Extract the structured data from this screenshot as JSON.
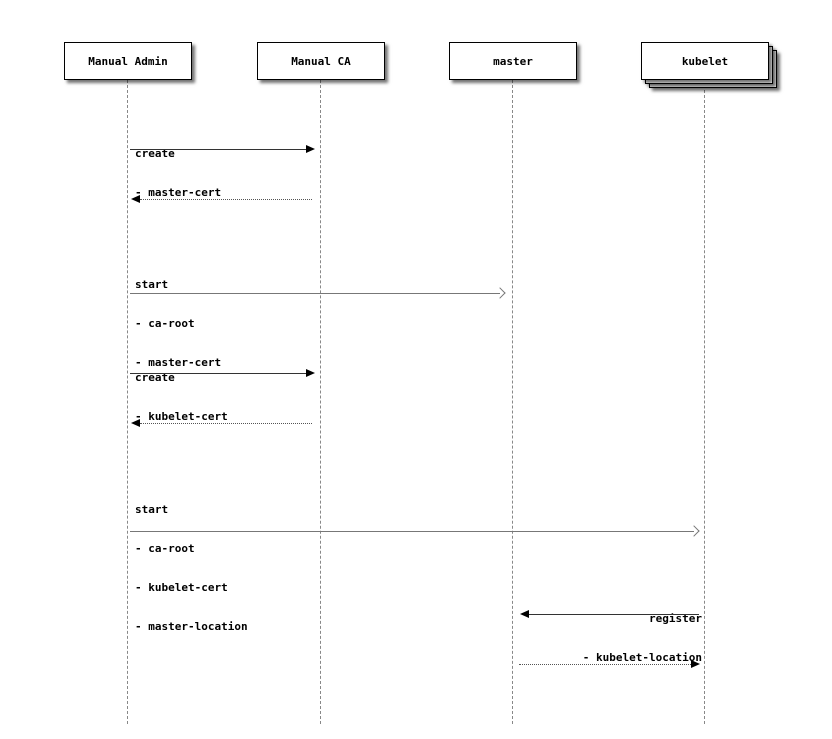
{
  "diagram": {
    "actors": [
      {
        "label": "Manual Admin",
        "multiple": false
      },
      {
        "label": "Manual CA",
        "multiple": false
      },
      {
        "label": "master",
        "multiple": false
      },
      {
        "label": "kubelet",
        "multiple": true
      }
    ],
    "messages": [
      {
        "from": "Manual Admin",
        "to": "Manual CA",
        "type": "sync-filled-arrow",
        "lines": [
          "create",
          "- master-cert"
        ]
      },
      {
        "from": "Manual CA",
        "to": "Manual Admin",
        "type": "return-dotted",
        "lines": []
      },
      {
        "from": "Manual Admin",
        "to": "master",
        "type": "async-open-arrow",
        "lines": [
          "start",
          "- ca-root",
          "- master-cert"
        ]
      },
      {
        "from": "Manual Admin",
        "to": "Manual CA",
        "type": "sync-filled-arrow",
        "lines": [
          "create",
          "- kubelet-cert"
        ]
      },
      {
        "from": "Manual CA",
        "to": "Manual Admin",
        "type": "return-dotted",
        "lines": []
      },
      {
        "from": "Manual Admin",
        "to": "kubelet",
        "type": "async-open-arrow",
        "lines": [
          "start",
          "- ca-root",
          "- kubelet-cert",
          "- master-location"
        ]
      },
      {
        "from": "kubelet",
        "to": "master",
        "type": "sync-filled-arrow",
        "lines": [
          "register",
          "- kubelet-location"
        ]
      },
      {
        "from": "master",
        "to": "kubelet",
        "type": "return-dotted",
        "lines": []
      }
    ],
    "colors": {
      "background": "#ffffff",
      "box_fill": "#ffffff",
      "box_border": "#000000",
      "lifeline": "#888888",
      "sync_line": "#333333",
      "async_line": "#777777",
      "return_line": "#555555",
      "arrowhead": "#000000",
      "text": "#000000"
    }
  }
}
